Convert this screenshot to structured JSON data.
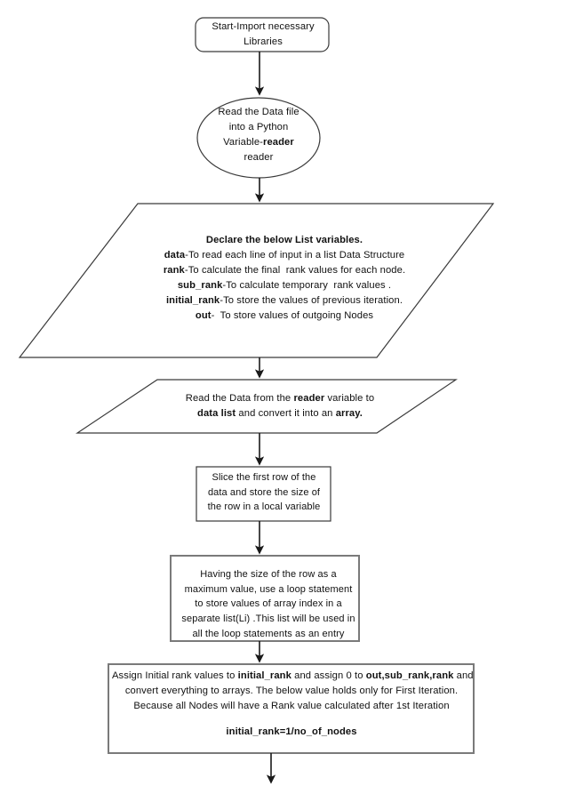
{
  "diagram": {
    "title": "PageRank implementation flowchart",
    "colors": {
      "background": "#ffffff",
      "stroke_thin": "#3a3a3a",
      "stroke_thick": "#7a7a7a",
      "connector": "#1a1a1a",
      "text": "#111111"
    },
    "nodes": [
      {
        "id": "start",
        "shape": "rounded-rectangle",
        "lines": [
          "Start-Import necessary",
          "Libraries"
        ]
      },
      {
        "id": "read-file",
        "shape": "ellipse",
        "lines": [
          "Read the Data file",
          "into a Python",
          "Variable-reader",
          "reader"
        ],
        "bold_parts": [
          "reader"
        ]
      },
      {
        "id": "declare-variables",
        "shape": "parallelogram",
        "lines": [
          "Declare the below List variables.",
          "data-To read each line of input in a list Data Structure",
          "rank-To calculate the final  rank values for each node.",
          "sub_rank-To calculate temporary  rank values .",
          "initial_rank-To store the values of previous iteration.",
          "out-  To store values of outgoing Nodes"
        ],
        "bold_parts": [
          "Declare the below List variables.",
          "data",
          "rank",
          "sub_rank",
          "initial_rank",
          "out"
        ]
      },
      {
        "id": "read-data",
        "shape": "parallelogram",
        "lines": [
          "Read the Data from the reader variable to",
          "data list and convert it into an array."
        ],
        "bold_parts": [
          "reader",
          "data list",
          "array."
        ]
      },
      {
        "id": "slice-row",
        "shape": "rectangle",
        "lines": [
          "Slice the first row of the",
          "data and store the size of",
          "the row in a local variable"
        ]
      },
      {
        "id": "loop-index-list",
        "shape": "rectangle",
        "lines": [
          "Having the size of the row as a",
          "maximum value, use a loop statement",
          "to store values of array index in a",
          "separate list(Li) .This list will be used in",
          "all the loop statements as an entry"
        ]
      },
      {
        "id": "assign-initial-rank",
        "shape": "rectangle",
        "lines": [
          "Assign Initial rank values to initial_rank and assign 0 to out,sub_rank,rank and",
          "convert everything to arrays. The below value holds only for First Iteration.",
          "Because all Nodes will have a Rank value calculated after 1st Iteration",
          "",
          "initial_rank=1/no_of_nodes"
        ],
        "bold_parts": [
          "initial_rank",
          "out,sub_rank,rank",
          "initial_rank=1/no_of_nodes"
        ]
      }
    ],
    "connectors": [
      {
        "id": "start-to-readfile",
        "from": "start",
        "to": "read-file",
        "arrow": true
      },
      {
        "id": "readfile-to-declare",
        "from": "read-file",
        "to": "declare-variables",
        "arrow": true
      },
      {
        "id": "declare-to-readdata",
        "from": "declare-variables",
        "to": "read-data",
        "arrow": true
      },
      {
        "id": "readdata-to-slice",
        "from": "read-data",
        "to": "slice-row",
        "arrow": true
      },
      {
        "id": "slice-to-loop",
        "from": "slice-row",
        "to": "loop-index-list",
        "arrow": true
      },
      {
        "id": "loop-to-assign",
        "from": "loop-index-list",
        "to": "assign-initial-rank",
        "arrow": true
      },
      {
        "id": "assign-to-next",
        "from": "assign-initial-rank",
        "to": "off-page",
        "arrow": true
      }
    ]
  }
}
